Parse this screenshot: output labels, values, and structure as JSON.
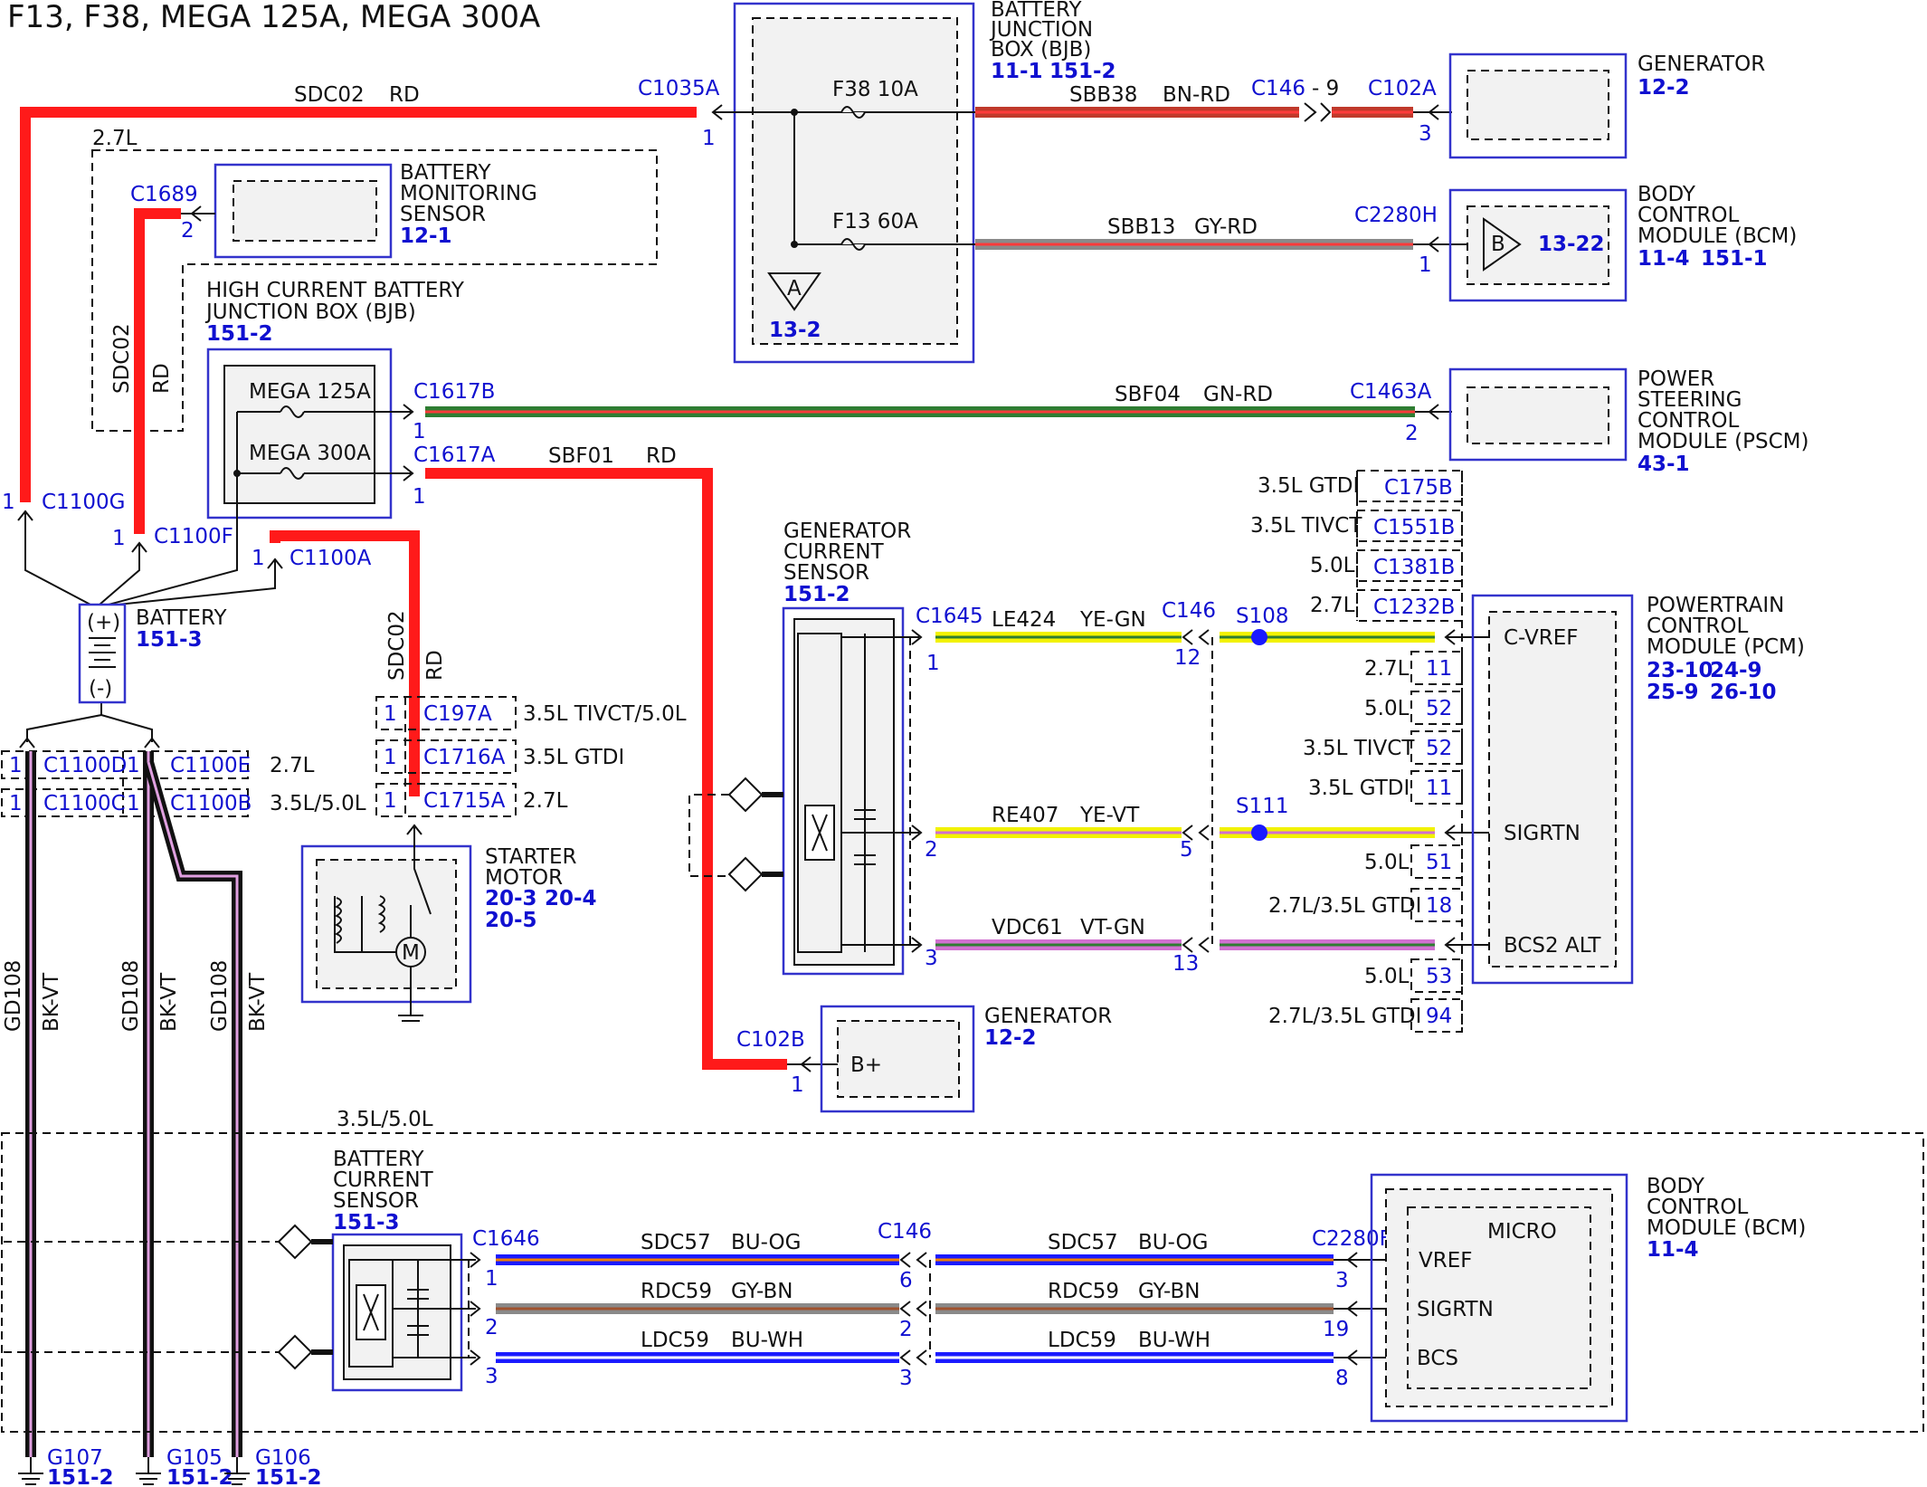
{
  "title": "F13, F38, MEGA 125A, MEGA 300A",
  "modules": {
    "bjb": {
      "name_lines": [
        "BATTERY",
        "JUNCTION",
        "BOX (BJB)"
      ],
      "ref1": "11-1",
      "ref2": "151-2",
      "inner_ref": "13-2",
      "fuse1": "F38  10A",
      "fuse2": "F13  60A",
      "marker": "A"
    },
    "generator_top": {
      "name": "GENERATOR",
      "ref": "12-2"
    },
    "bcm_top": {
      "name_lines": [
        "BODY",
        "CONTROL",
        "MODULE (BCM)"
      ],
      "ref1": "11-4",
      "ref2": "151-1",
      "inner_ref": "13-22",
      "marker": "B"
    },
    "bms": {
      "name_lines": [
        "BATTERY",
        "MONITORING",
        "SENSOR"
      ],
      "ref": "12-1"
    },
    "hcbjb": {
      "name_lines": [
        "HIGH CURRENT BATTERY",
        "JUNCTION BOX (BJB)"
      ],
      "ref": "151-2",
      "fuse1": "MEGA 125A",
      "fuse2": "MEGA 300A"
    },
    "pscm": {
      "name_lines": [
        "POWER",
        "STEERING",
        "CONTROL",
        "MODULE (PSCM)"
      ],
      "ref": "43-1"
    },
    "battery": {
      "name": "BATTERY",
      "ref": "151-3",
      "plus": "(+)",
      "minus": "(-)"
    },
    "starter": {
      "name_lines": [
        "STARTER",
        "MOTOR"
      ],
      "ref1": "20-3",
      "ref2": "20-4",
      "ref3": "20-5",
      "motor": "M"
    },
    "gcs": {
      "name_lines": [
        "GENERATOR",
        "CURRENT",
        "SENSOR"
      ],
      "ref": "151-2"
    },
    "pcm": {
      "name_lines": [
        "POWERTRAIN",
        "CONTROL",
        "MODULE (PCM)"
      ],
      "refs_row1": [
        "23-10",
        "24-9"
      ],
      "refs_row2": [
        "25-9",
        "26-10"
      ],
      "pins": [
        "C-VREF",
        "SIGRTN",
        "BCS2 ALT"
      ]
    },
    "generator_bottom": {
      "name": "GENERATOR",
      "ref": "12-2",
      "terminal": "B+"
    },
    "bcs": {
      "name_lines": [
        "BATTERY",
        "CURRENT",
        "SENSOR"
      ],
      "ref": "151-3"
    },
    "bcm_bottom": {
      "name_lines": [
        "BODY",
        "CONTROL",
        "MODULE (BCM)"
      ],
      "ref": "11-4",
      "micro": "MICRO",
      "pins": [
        "VREF",
        "SIGRTN",
        "BCS"
      ]
    }
  },
  "wires": {
    "sdc02_top": {
      "circuit": "SDC02",
      "color": "RD"
    },
    "sbb38": {
      "circuit": "SBB38",
      "color": "BN-RD"
    },
    "sbb13": {
      "circuit": "SBB13",
      "color": "GY-RD"
    },
    "sbf04": {
      "circuit": "SBF04",
      "color": "GN-RD"
    },
    "sbf01": {
      "circuit": "SBF01",
      "color": "RD"
    },
    "sdc02_vert1": {
      "circuit": "SDC02",
      "color": "RD"
    },
    "sdc02_vert2": {
      "circuit": "SDC02",
      "color": "RD"
    },
    "le424": {
      "circuit": "LE424",
      "color": "YE-GN"
    },
    "re407": {
      "circuit": "RE407",
      "color": "YE-VT"
    },
    "vdc61": {
      "circuit": "VDC61",
      "color": "VT-GN"
    },
    "gd108": {
      "circuit": "GD108",
      "color": "BK-VT"
    },
    "sdc57": {
      "circuit": "SDC57",
      "color": "BU-OG"
    },
    "rdc59": {
      "circuit": "RDC59",
      "color": "GY-BN"
    },
    "ldc59": {
      "circuit": "LDC59",
      "color": "BU-WH"
    }
  },
  "connectors": {
    "c1035a": {
      "id": "C1035A",
      "pin": "1"
    },
    "c146_9": {
      "id": "C146",
      "sep": "- 9"
    },
    "c102a": {
      "id": "C102A",
      "pin": "3"
    },
    "c2280h": {
      "id": "C2280H",
      "pin": "1"
    },
    "c1689": {
      "id": "C1689",
      "pin": "2"
    },
    "c1617b": {
      "id": "C1617B",
      "pin": "1"
    },
    "c1463a": {
      "id": "C1463A",
      "pin": "2"
    },
    "c1617a": {
      "id": "C1617A",
      "pin": "1"
    },
    "c1100g": {
      "id": "C1100G",
      "pin": "1"
    },
    "c1100f": {
      "id": "C1100F",
      "pin": "1"
    },
    "c1100a": {
      "id": "C1100A",
      "pin": "1"
    },
    "c1100d": {
      "id": "C1100D",
      "pin_left": "1",
      "pin_right": "1"
    },
    "c1100e": {
      "id": "C1100E",
      "note": "2.7L"
    },
    "c1100c": {
      "id": "C1100C",
      "pin_left": "1",
      "pin_right": "1"
    },
    "c1100b": {
      "id": "C1100B",
      "note": "3.5L/5.0L"
    },
    "c197a": {
      "id": "C197A",
      "pin": "1",
      "note": "3.5L TIVCT/5.0L"
    },
    "c1716a": {
      "id": "C1716A",
      "pin": "1",
      "note": "3.5L GTDI"
    },
    "c1715a": {
      "id": "C1715A",
      "pin": "1",
      "note": "2.7L"
    },
    "c175b": {
      "id": "C175B",
      "note": "3.5L GTDI"
    },
    "c1551b": {
      "id": "C1551B",
      "note": "3.5L TIVCT"
    },
    "c1381b": {
      "id": "C1381B",
      "note": "5.0L"
    },
    "c1232b": {
      "id": "C1232B",
      "note": "2.7L"
    },
    "c1645": {
      "id": "C1645",
      "pins": [
        "1",
        "2",
        "3"
      ]
    },
    "c146_mid": {
      "id": "C146",
      "pins": [
        "12",
        "5",
        "13"
      ]
    },
    "s108": {
      "id": "S108"
    },
    "s111": {
      "id": "S111"
    },
    "pcm_pins": [
      {
        "note": "2.7L",
        "pin": "11"
      },
      {
        "note": "5.0L",
        "pin": "52"
      },
      {
        "note": "3.5L TIVCT",
        "pin": "52"
      },
      {
        "note": "3.5L GTDI",
        "pin": "11"
      },
      {
        "note": "5.0L",
        "pin": "51"
      },
      {
        "note": "2.7L/3.5L GTDI",
        "pin": "18"
      },
      {
        "note": "5.0L",
        "pin": "53"
      },
      {
        "note": "2.7L/3.5L GTDI",
        "pin": "94"
      }
    ],
    "c102b": {
      "id": "C102B",
      "pin": "1"
    },
    "c1646": {
      "id": "C1646",
      "pins": [
        "1",
        "2",
        "3"
      ]
    },
    "c146_bot": {
      "id": "C146",
      "pins": [
        "6",
        "2",
        "3"
      ]
    },
    "c2280f": {
      "id": "C2280F",
      "pins": [
        "3",
        "19",
        "8"
      ]
    }
  },
  "labels": {
    "bms_option": "2.7L",
    "bottom_option": "3.5L/5.0L"
  },
  "grounds": [
    {
      "id": "G107",
      "ref": "151-2"
    },
    {
      "id": "G105",
      "ref": "151-2"
    },
    {
      "id": "G106",
      "ref": "151-2"
    }
  ],
  "colors": {
    "RD": "#ff1a1a",
    "BN-RD": "#c0392b",
    "GY-RD": "#8a8a8a",
    "GN-RD": "#2e7d32",
    "YE": "#f2f200",
    "VT": "#d070d0",
    "BK": "#111111",
    "BU": "#1a1aff",
    "connector_text": "#1010d0"
  }
}
